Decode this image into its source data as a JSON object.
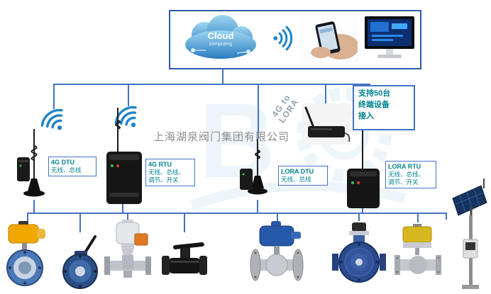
{
  "watermark": {
    "company": "上海湖泉阀门集团有限公司"
  },
  "top_box": {
    "cloud_label": "Cloud",
    "cloud_sublabel": "computing"
  },
  "gateway_label": {
    "line1": "4G to",
    "line2": "LORA"
  },
  "note_box": {
    "line1": "支持50台",
    "line2": "终端设备",
    "line3": "接入"
  },
  "device_labels": [
    {
      "title": "4G DTU",
      "desc1": "无线、总线",
      "desc2": ""
    },
    {
      "title": "4G RTU",
      "desc1": "无线、总线、",
      "desc2": "调节、开关"
    },
    {
      "title": "LORA DTU",
      "desc1": "无线、总线",
      "desc2": ""
    },
    {
      "title": "LORA RTU",
      "desc1": "无线、总线、",
      "desc2": "调节、开关"
    }
  ],
  "colors": {
    "connector_blue": "#4472C4",
    "label_text_teal": "#00838F",
    "wifi_blue": "#1F85C8",
    "watermark_gray": "#8C8C8C"
  },
  "equipment_icons": [
    "electric-butterfly-valve",
    "manual-butterfly-valve",
    "pneumatic-control-valve",
    "black-ball-valve",
    "electric-flanged-ball-valve",
    "electric-flanged-valve-blue",
    "electric-ball-valve-yellow",
    "solar-power-pole"
  ]
}
